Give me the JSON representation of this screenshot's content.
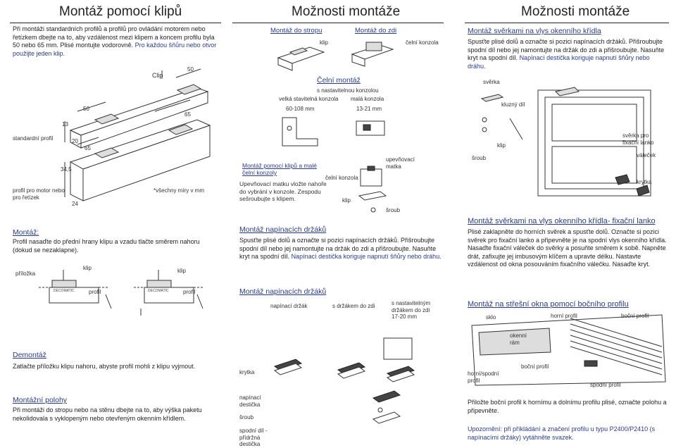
{
  "col1": {
    "title": "Montáž pomocí klipů",
    "intro_black": "Při montáži standardních profilů a profilů pro ovládání motorem nebo řetízkem dbejte na to, aby vzdálenost mezi klipem a koncem profilu byla 50 nebo 65 mm. Plisé montujte vodorovně.",
    "intro_blue": "Pro každou šňůru nebo otvor použijte jeden klip.",
    "clip_label": "Clip",
    "dim_50a": "50",
    "dim_50b": "50",
    "dim_65a": "65",
    "dim_65b": "65",
    "dim_13": "13",
    "dim_20": "20",
    "dim_345": "34,5",
    "dim_24": "24",
    "standard_profile": "standardní profil",
    "motor_profile": "profil pro motor nebo pro řetízek",
    "all_mm": "*všechny míry v mm",
    "montaz_heading": "Montáž:",
    "montaz_text": "Profil nasaďte do přední hrany klipu a vzadu tlačte směrem nahoru (dokud se nezaklapne).",
    "fig_priloska": "příložka",
    "fig_klip1": "klip",
    "fig_klip2": "klip",
    "fig_profil1": "profil",
    "fig_profil2": "profil",
    "brand1": "DECOMATIC",
    "brand2": "DECOMATIC",
    "demontaz_heading": "Demontáž",
    "demontaz_text": "Zatlačte příložku klipu nahoru, abyste profil mohli z klipu vyjmout.",
    "polohy_heading": "Montážní polohy",
    "polohy_text": "Při montáži do stropu nebo na stěnu dbejte na to, aby výška paketu nekolidovala s vyklopeným nebo otevřeným okenním křídlem."
  },
  "col2": {
    "title": "Možnosti montáže",
    "strop": "Montáž do stropu",
    "zed": "Montáž do zdi",
    "klip": "klip",
    "celni_konzola": "čelní konzola",
    "celni_montaz": "Čelní montáž",
    "s_nastavitelnou": "s nastavitelnou konzolou",
    "velka": "velká stavitelná konzola",
    "mala": "malá konzola",
    "range1": "60-108 mm",
    "range2": "13-21 mm",
    "klipy_male_title": "Montáž pomocí klipů a malé čelní konzoly",
    "klipy_male_text": "Upevňovací matku vložte nahoře do vybrání v konzole. Zespodu sešroubujte s klipem.",
    "celni_konzola2": "čelní konzola",
    "upevnovaci_matka": "upevňovací matka",
    "klip2": "klip",
    "sroub": "šroub",
    "nap1_title": "Montáž napínacích držáků",
    "nap1_text": "Spusťte plisé dolů a označte si pozici napínacích držáků. Přišroubujte spodní díl nebo jej namontujte na držák do zdi a přišroubujte. Nasuňte kryt na spodní díl.",
    "nap1_blue": "Napínací destička koriguje napnutí šňůry nebo dráhu.",
    "nap2_title": "Montáž napínacích držáků",
    "napinaci_drzak": "napínací držák",
    "s_drzakem": "s držákem do zdi",
    "s_nastavitelnym": "s nastavitelným držákem do zdi 17-20 mm",
    "krytka": "krytka",
    "napinaci_desticka": "napínací destička",
    "sroub2": "šroub",
    "spodni_dil": "spodní díl - přídržná destička"
  },
  "col3": {
    "title": "Možnosti montáže",
    "sverky_title": "Montáž svěrkami na vlys okenního křídla",
    "sverky_text": "Spusťte plisé dolů a označte si pozici napínacích držáků. Přišroubujte spodní díl nebo jej namontujte na držák do zdi a přišroubujte. Nasuňte kryt na spodní díl.",
    "sverky_blue": "Napínací destička koriguje napnutí šňůry nebo dráhu.",
    "sverka": "svěrka",
    "klizny_dil": "kluzný díl",
    "sroub": "šroub",
    "klip": "klip",
    "sverka_pro": "svěrka pro fixační lanko",
    "valecek": "váleček",
    "krytka": "krytka",
    "fix_title": "Montáž svěrkami na vlys okenního křídla- fixační lanko",
    "fix_text": "Plisé zaklapněte do horních svěrek a spusťte dolů. Označte si pozici svěrek pro fixační lanko a připevněte je na spodní vlys okenního křídla. Nasaďte fixační váleček do svěrky a posuňte směrem k sobě. Napněte drát, zafixujte jej imbusovým klíčem a upravte délku. Nastavte vzdálenost od okna posouváním fixačního válečku. Nasaďte kryt.",
    "strecha_title": "Montáž na střešní okna pomocí bočního profilu",
    "sklo": "sklo",
    "horni_profil": "horní profil",
    "bocni_profil": "boční profil",
    "okenni_ram": "okenní rám",
    "bocni_profil2": "boční profil",
    "horni_spodni": "horní/spodní profil",
    "spodni_profil": "spodní profil",
    "strecha_text": "Přiložte boční profil k hornímu a dolnímu profilu plisé, označte polohu a připevněte.",
    "upozorneni": "Upozornění: při příkládání a značení profilu u typu P2400/P2410 (s napínacími držáky) vytáhněte svazek."
  }
}
